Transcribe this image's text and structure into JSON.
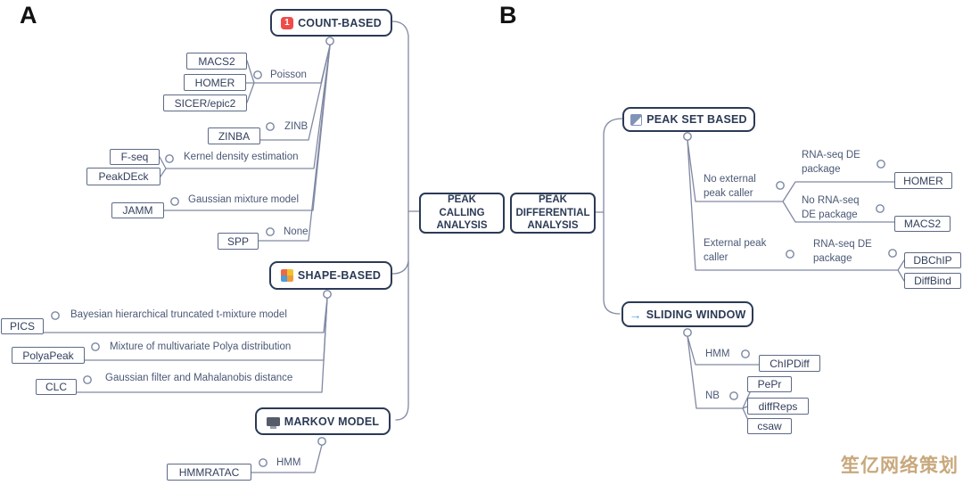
{
  "figure": {
    "panel_a_label": "A",
    "panel_b_label": "B"
  },
  "center_nodes": {
    "peak_calling": "PEAK\nCALLING\nANALYSIS",
    "peak_differential": "PEAK\nDIFFERENTIAL\nANALYSIS"
  },
  "panel_a": {
    "categories": {
      "count_based": {
        "label": "COUNT-BASED",
        "badge": "1"
      },
      "shape_based": {
        "label": "SHAPE-BASED"
      },
      "markov_model": {
        "label": "MARKOV MODEL"
      }
    },
    "methods": {
      "poisson": "Poisson",
      "zinb": "ZINB",
      "kernel": "Kernel density estimation",
      "gaussian_mixture": "Gaussian mixture model",
      "none": "None",
      "bayesian": "Bayesian hierarchical truncated t-mixture model",
      "polya": "Mixture of multivariate Polya distribution",
      "gaussian_filter": "Gaussian filter and Mahalanobis distance",
      "hmm": "HMM"
    },
    "tools": {
      "macs2": "MACS2",
      "homer": "HOMER",
      "sicer": "SICER/epic2",
      "zinba": "ZINBA",
      "fseq": "F-seq",
      "peakdeck": "PeakDEck",
      "jamm": "JAMM",
      "spp": "SPP",
      "pics": "PICS",
      "polyapeak": "PolyaPeak",
      "clc": "CLC",
      "hmmratac": "HMMRATAC"
    }
  },
  "panel_b": {
    "categories": {
      "peak_set_based": {
        "label": "PEAK SET BASED"
      },
      "sliding_window": {
        "label": "SLIDING WINDOW",
        "arrow_glyph": "→"
      }
    },
    "methods": {
      "no_external": "No external\npeak caller",
      "rnaseq_de_1": "RNA-seq DE\npackage",
      "no_rnaseq_de": "No RNA-seq\nDE package",
      "external": "External peak\ncaller",
      "rnaseq_de_2": "RNA-seq DE\npackage",
      "hmm": "HMM",
      "nb": "NB"
    },
    "tools": {
      "homer": "HOMER",
      "macs2": "MACS2",
      "dbchip": "DBChIP",
      "diffbind": "DiffBind",
      "chipdiff": "ChIPDiff",
      "pepr": "PePr",
      "diffreps": "diffReps",
      "csaw": "csaw"
    }
  },
  "watermark": {
    "text": "笙亿网络策划",
    "color": "#c8a87c"
  },
  "colors": {
    "node_border": "#2b3a55",
    "connector": "#8089a3",
    "badge_red": "#ef4b4b",
    "arrow_blue": "#45a1e6"
  }
}
